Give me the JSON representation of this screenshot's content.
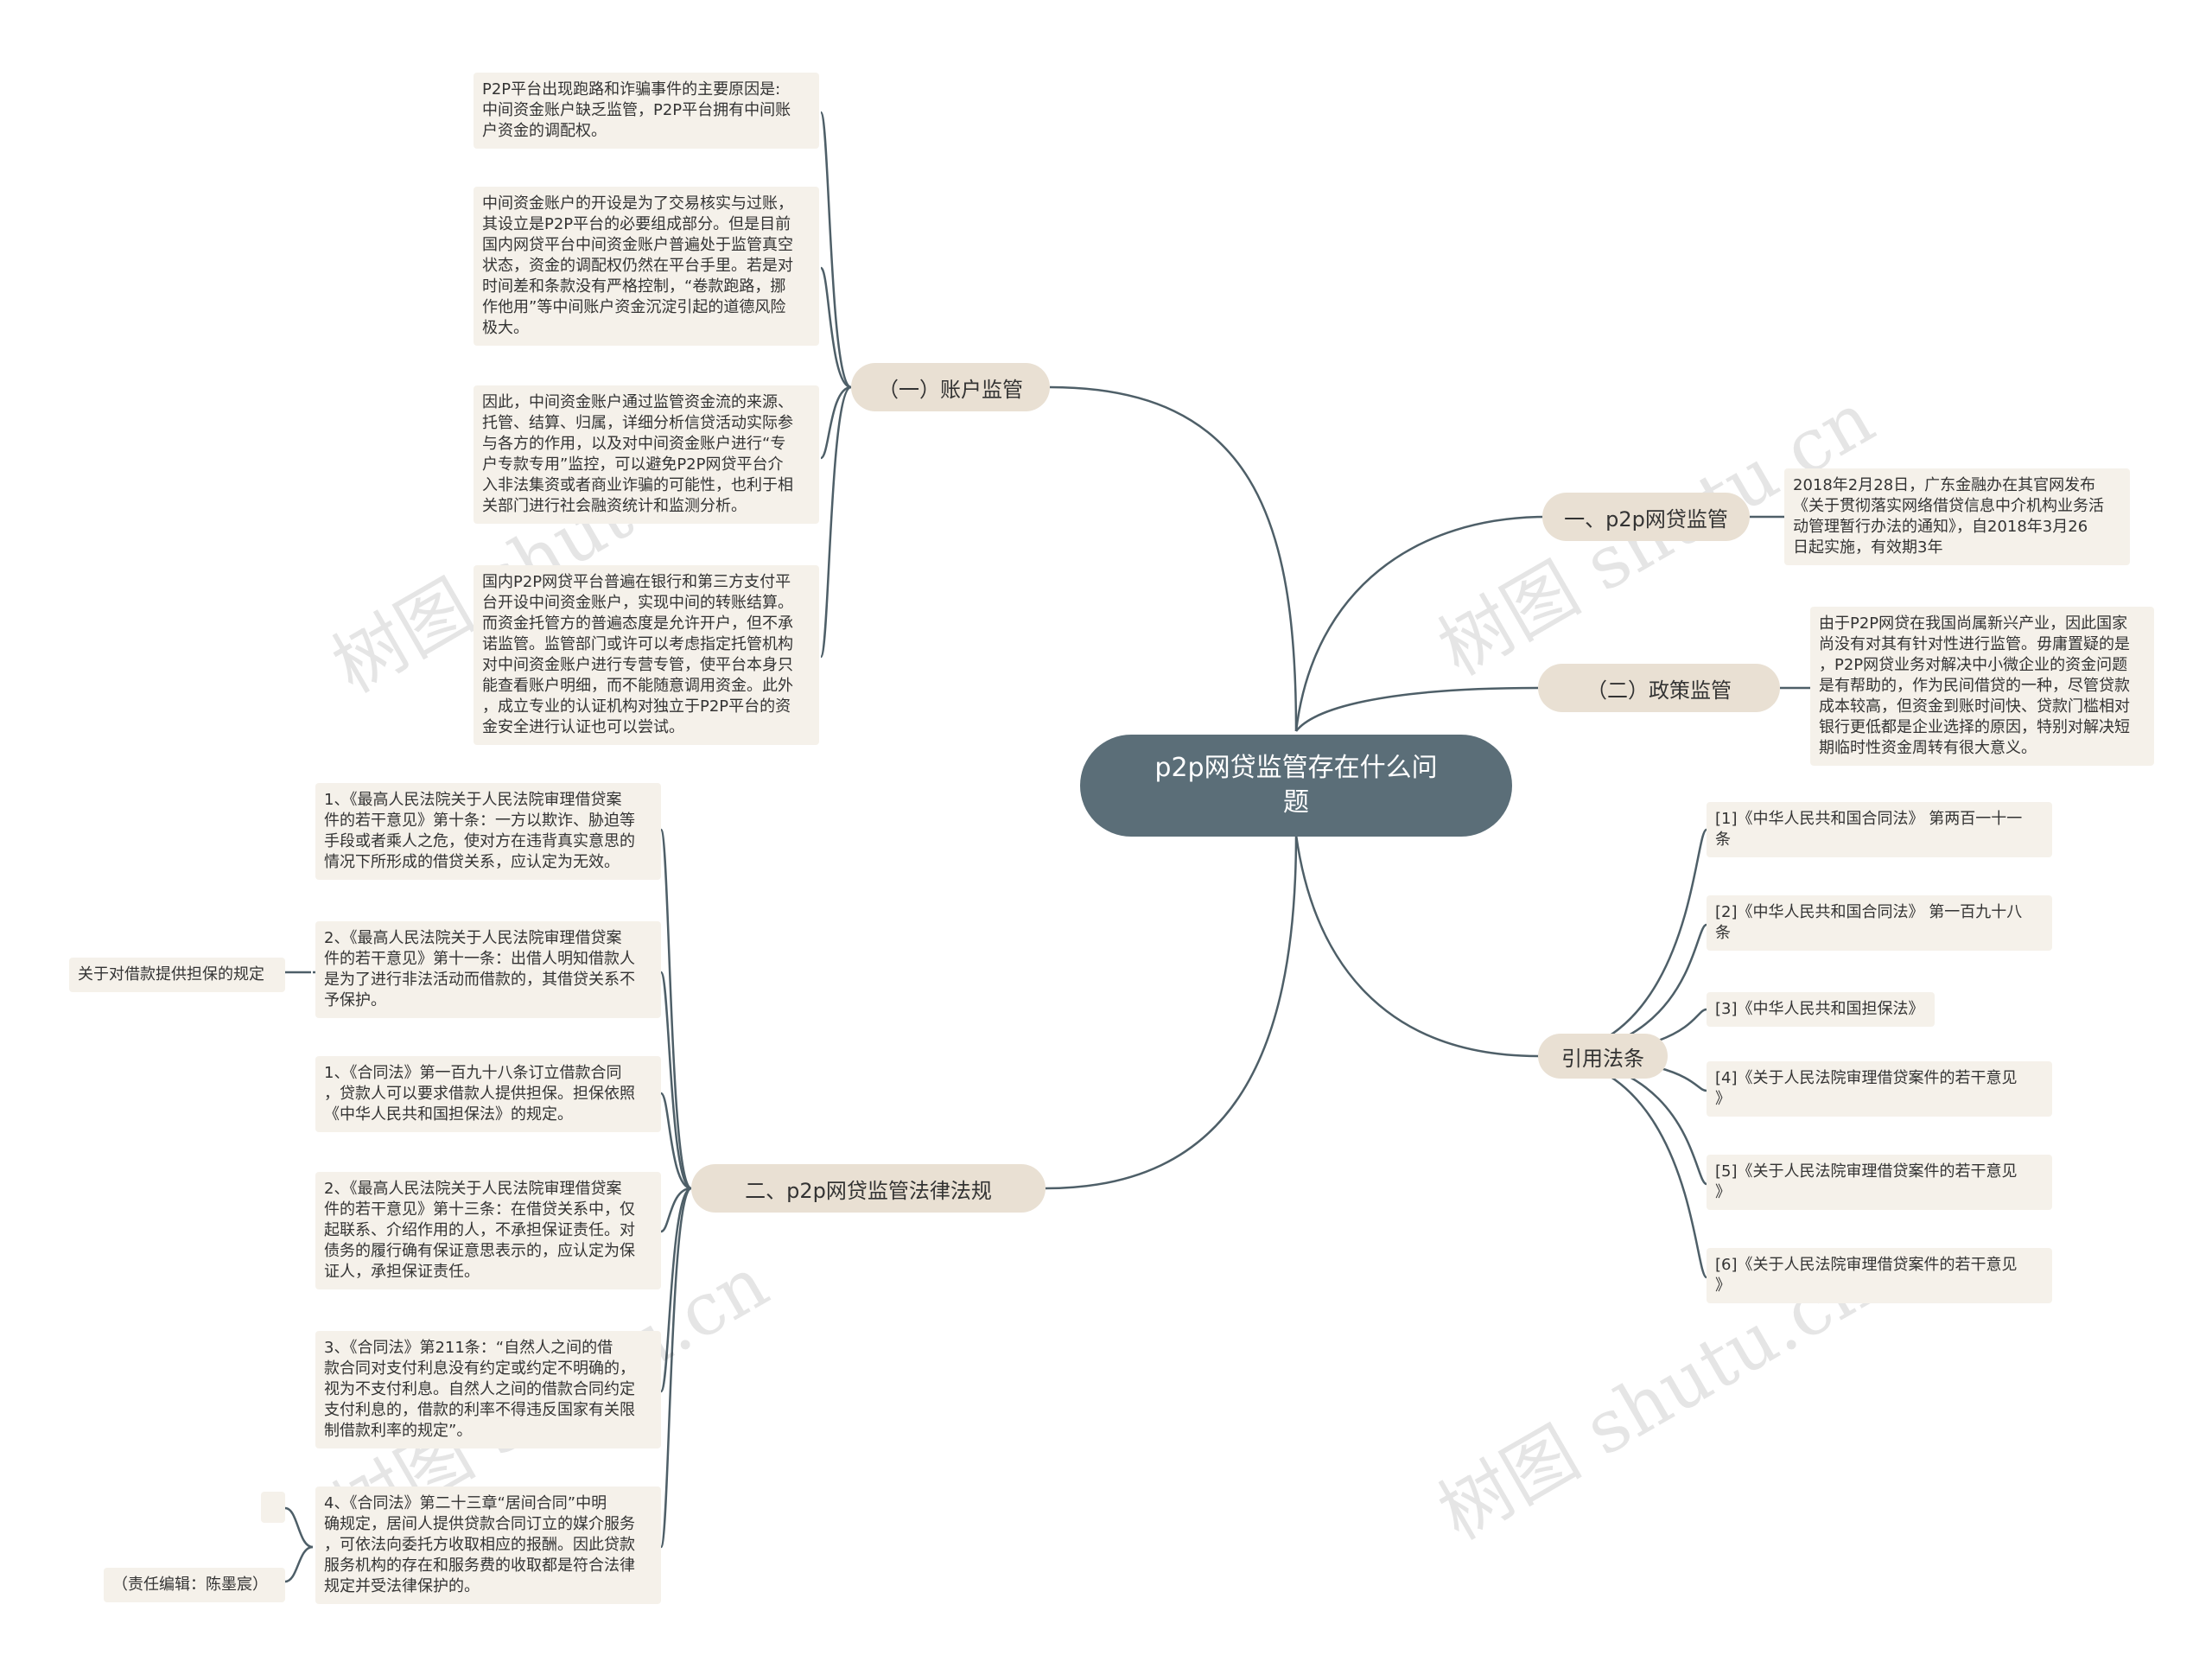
{
  "root": {
    "title": "p2p网贷监管存在什么问\n题"
  },
  "branches": {
    "account": {
      "label": "（一）账户监管",
      "leaves": [
        "P2P平台出现跑路和诈骗事件的主要原因是:\n中间资金账户缺乏监管，P2P平台拥有中间账\n户资金的调配权。",
        "中间资金账户的开设是为了交易核实与过账，\n其设立是P2P平台的必要组成部分。但是目前\n国内网贷平台中间资金账户普遍处于监管真空\n状态，资金的调配权仍然在平台手里。若是对\n时间差和条款没有严格控制，“卷款跑路，挪\n作他用”等中间账户资金沉淀引起的道德风险\n极大。",
        "因此，中间资金账户通过监管资金流的来源、\n托管、结算、归属，详细分析信贷活动实际参\n与各方的作用，以及对中间资金账户进行“专\n户专款专用”监控，可以避免P2P网贷平台介\n入非法集资或者商业诈骗的可能性，也利于相\n关部门进行社会融资统计和监测分析。",
        "国内P2P网贷平台普遍在银行和第三方支付平\n台开设中间资金账户，实现中间的转账结算。\n而资金托管方的普遍态度是允许开户，但不承\n诺监管。监管部门或许可以考虑指定托管机构\n对中间资金账户进行专营专管，使平台本身只\n能查看账户明细，而不能随意调用资金。此外\n，成立专业的认证机构对独立于P2P平台的资\n金安全进行认证也可以尝试。"
      ]
    },
    "p2p_reg": {
      "label": "一、p2p网贷监管",
      "leaf": "2018年2月28日，广东金融办在其官网发布\n《关于贯彻落实网络借贷信息中介机构业务活\n动管理暂行办法的通知》，自2018年3月26\n日起实施，有效期3年"
    },
    "policy": {
      "label": "（二）政策监管",
      "leaf": "由于P2P网贷在我国尚属新兴产业，因此国家\n尚没有对其有针对性进行监管。毋庸置疑的是\n，P2P网贷业务对解决中小微企业的资金问题\n是有帮助的，作为民间借贷的一种，尽管贷款\n成本较高，但资金到账时间快、贷款门槛相对\n银行更低都是企业选择的原因，特别对解决短\n期临时性资金周转有很大意义。"
    },
    "citations": {
      "label": "引用法条",
      "items": [
        "[1]《中华人民共和国合同法》 第两百一十一\n条",
        "[2]《中华人民共和国合同法》 第一百九十八\n条",
        "[3]《中华人民共和国担保法》",
        "[4]《关于人民法院审理借贷案件的若干意见\n》",
        "[5]《关于人民法院审理借贷案件的若干意见\n》",
        "[6]《关于人民法院审理借贷案件的若干意见\n》"
      ]
    },
    "law": {
      "label": "二、p2p网贷监管法律法规",
      "leaves": [
        "1、《最高人民法院关于人民法院审理借贷案\n件的若干意见》第十条：一方以欺诈、胁迫等\n手段或者乘人之危，使对方在违背真实意思的\n情况下所形成的借贷关系，应认定为无效。",
        "2、《最高人民法院关于人民法院审理借贷案\n件的若干意见》第十一条：出借人明知借款人\n是为了进行非法活动而借款的，其借贷关系不\n予保护。",
        "1、《合同法》第一百九十八条订立借款合同\n，贷款人可以要求借款人提供担保。担保依照\n《中华人民共和国担保法》的规定。",
        "2、《最高人民法院关于人民法院审理借贷案\n件的若干意见》第十三条：在借贷关系中，仅\n起联系、介绍作用的人，不承担保证责任。对\n债务的履行确有保证意思表示的，应认定为保\n证人，承担保证责任。",
        "3、《合同法》第211条：“自然人之间的借\n款合同对支付利息没有约定或约定不明确的，\n视为不支付利息。自然人之间的借款合同约定\n支付利息的，借款的利率不得违反国家有关限\n制借款利率的规定”。",
        "4、《合同法》第二十三章“居间合同”中明\n确规定，居间人提供贷款合同订立的媒介服务\n，可依法向委托方收取相应的报酬。因此贷款\n服务机构的存在和服务费的收取都是符合法律\n规定并受法律保护的。"
      ],
      "sub_guarantee": "关于对借款提供担保的规定",
      "sub_editor": "（责任编辑：陈墨宸）"
    }
  },
  "watermark": "树图 shutu.cn",
  "colors": {
    "root": "#5b6e78",
    "branch": "#e9e0d3",
    "leaf": "#f5f1ea",
    "line": "#4e5f68"
  }
}
